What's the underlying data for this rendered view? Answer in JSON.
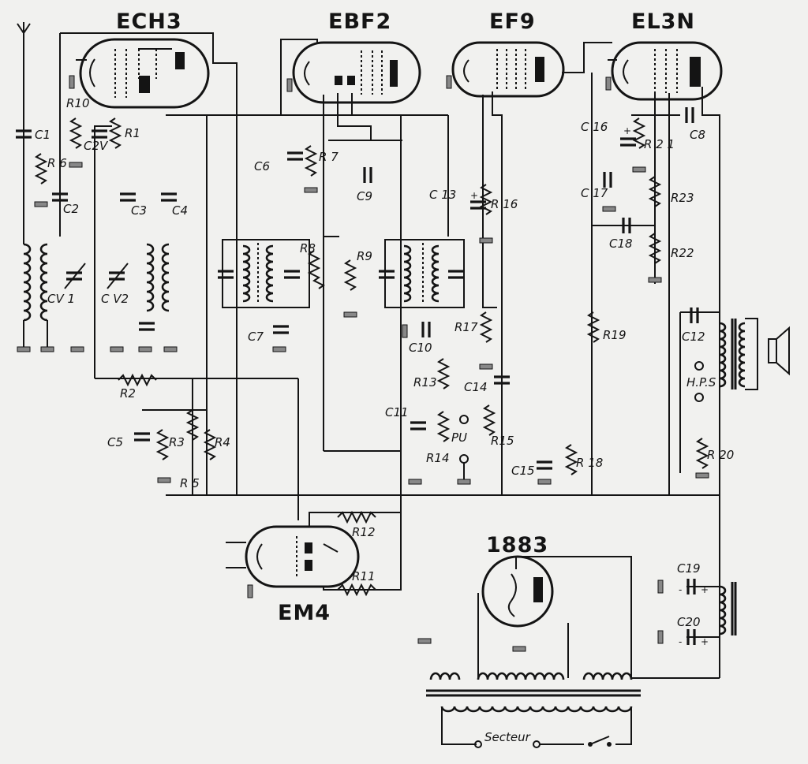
{
  "tubes": {
    "ech3": "ECH3",
    "ebf2": "EBF2",
    "ef9": "EF9",
    "el3n": "EL3N",
    "em4": "EM4",
    "rect": "1883"
  },
  "capacitors": {
    "c1": "C1",
    "c2": "C2",
    "c2v": "C2V",
    "c3": "C3",
    "c4": "C4",
    "c5": "C5",
    "c6": "C6",
    "c7": "C7",
    "c8": "C8",
    "c9": "C9",
    "c10": "C10",
    "c11": "C11",
    "c12": "C12",
    "c13": "C 13",
    "c14": "C14",
    "c15": "C15",
    "c16": "C 16",
    "c17": "C 17",
    "c18": "C18",
    "c19": "C19",
    "c20": "C20",
    "cv1": "CV 1",
    "cv2": "C V2"
  },
  "resistors": {
    "r1": "R1",
    "r2": "R2",
    "r3": "R3",
    "r4": "R4",
    "r5": "R 5",
    "r6": "R 6",
    "r7": "R 7",
    "r8": "R8",
    "r9": "R9",
    "r10": "R10",
    "r11": "R11",
    "r12": "R12",
    "r13": "R13",
    "r14": "R14",
    "r15": "R15",
    "r16": "R 16",
    "r17": "R17",
    "r18": "R 18",
    "r19": "R19",
    "r20": "R 20",
    "r21": "R 2 1",
    "r22": "R22",
    "r23": "R23"
  },
  "misc": {
    "pu": "PU",
    "hps": "H.P.S",
    "secteur": "Secteur",
    "plus": "+",
    "minus": "-"
  }
}
